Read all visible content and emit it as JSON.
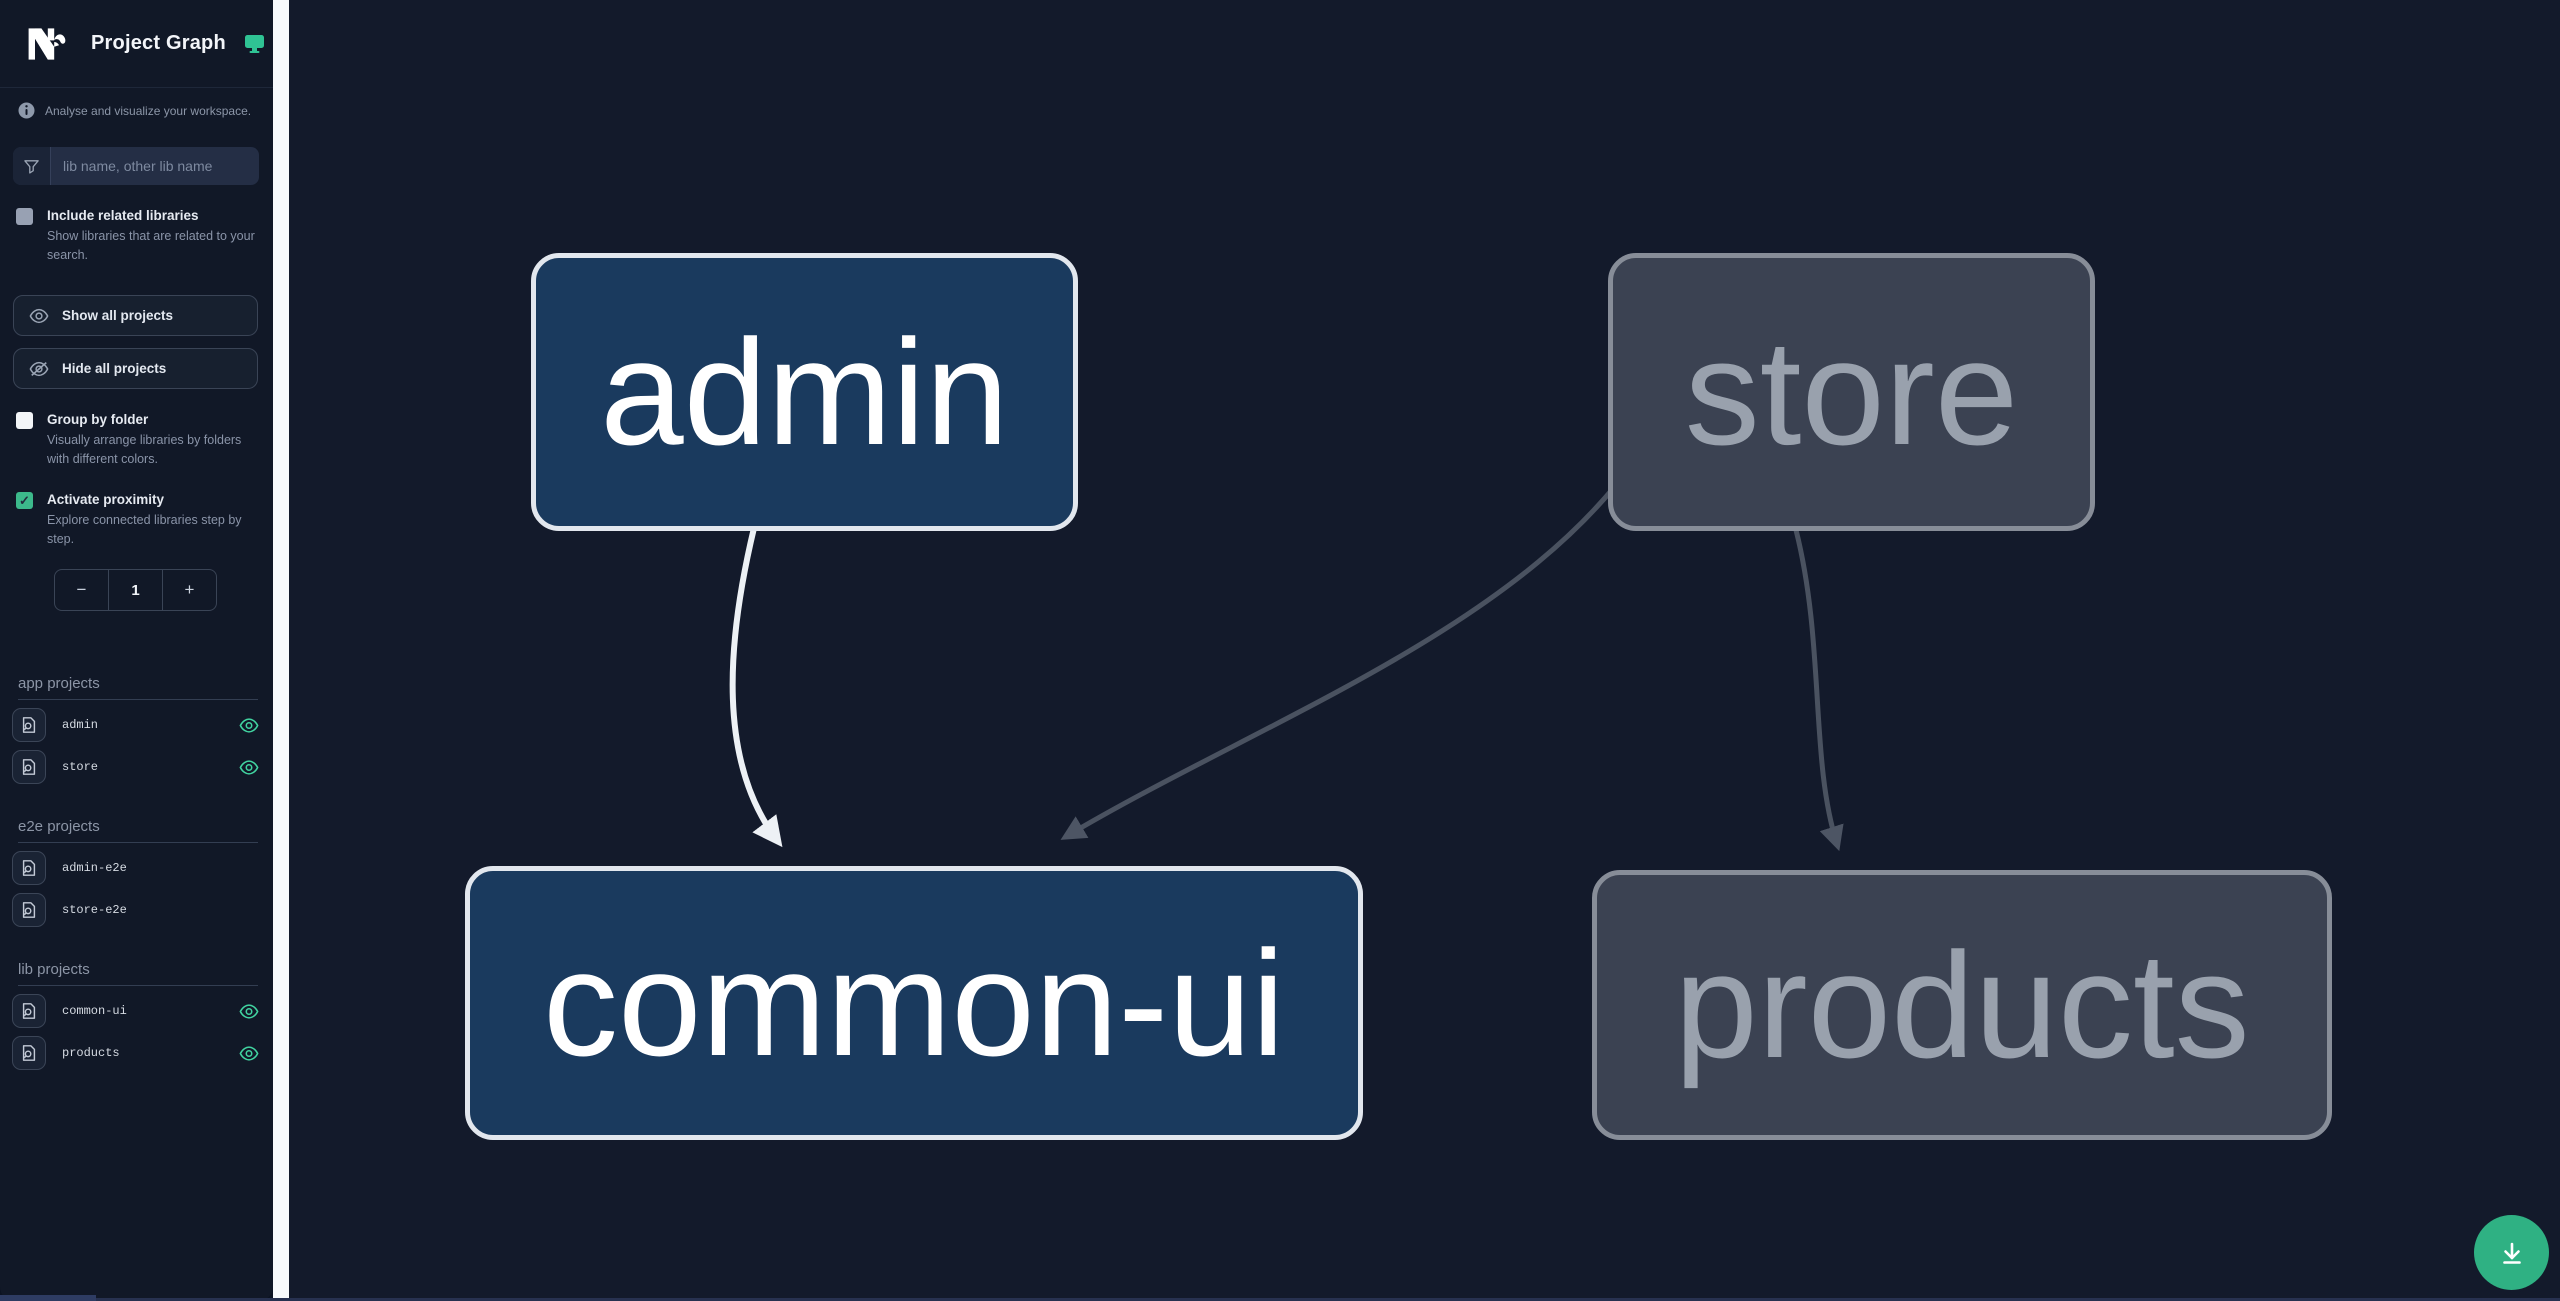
{
  "header": {
    "title": "Project Graph"
  },
  "sidebar": {
    "tagline": "Analyse and visualize your workspace.",
    "filter": {
      "placeholder": "lib name, other lib name"
    },
    "include_related": {
      "label": "Include related libraries",
      "description": "Show libraries that are related to your search.",
      "checked": false
    },
    "show_all_label": "Show all projects",
    "hide_all_label": "Hide all projects",
    "group_by_folder": {
      "label": "Group by folder",
      "description": "Visually arrange libraries by folders with different colors.",
      "checked": false
    },
    "activate_proximity": {
      "label": "Activate proximity",
      "description": "Explore connected libraries step by step.",
      "checked": true,
      "check_glyph": "✓"
    },
    "proximity": {
      "value": "1",
      "decrement": "−",
      "increment": "+"
    },
    "sections": [
      {
        "title": "app projects",
        "items": [
          {
            "name": "admin",
            "visible": true
          },
          {
            "name": "store",
            "visible": true
          }
        ]
      },
      {
        "title": "e2e projects",
        "items": [
          {
            "name": "admin-e2e",
            "visible": false
          },
          {
            "name": "store-e2e",
            "visible": false
          }
        ]
      },
      {
        "title": "lib projects",
        "items": [
          {
            "name": "common-ui",
            "visible": true
          },
          {
            "name": "products",
            "visible": true
          }
        ]
      }
    ]
  },
  "graph": {
    "nodes": [
      {
        "label": "admin",
        "state": "focused"
      },
      {
        "label": "store",
        "state": "unfocused"
      },
      {
        "label": "common-ui",
        "state": "focused"
      },
      {
        "label": "products",
        "state": "unfocused"
      }
    ],
    "edges": [
      {
        "from": "admin",
        "to": "common-ui",
        "highlighted": true
      },
      {
        "from": "store",
        "to": "common-ui",
        "highlighted": false
      },
      {
        "from": "store",
        "to": "products",
        "highlighted": false
      }
    ]
  },
  "colors": {
    "accent_green": "#2FB183",
    "eye_green": "#41D3A0",
    "focused_node_fill": "#1A3A5E",
    "focused_node_border": "#E2E7EE",
    "unfocused_node_fill": "#3B4252",
    "unfocused_node_border": "#878D98",
    "edge_highlight": "#EDF1F5",
    "edge_default": "#4A5260",
    "sidebar_bg": "#111827",
    "canvas_bg": "#131A2B"
  }
}
